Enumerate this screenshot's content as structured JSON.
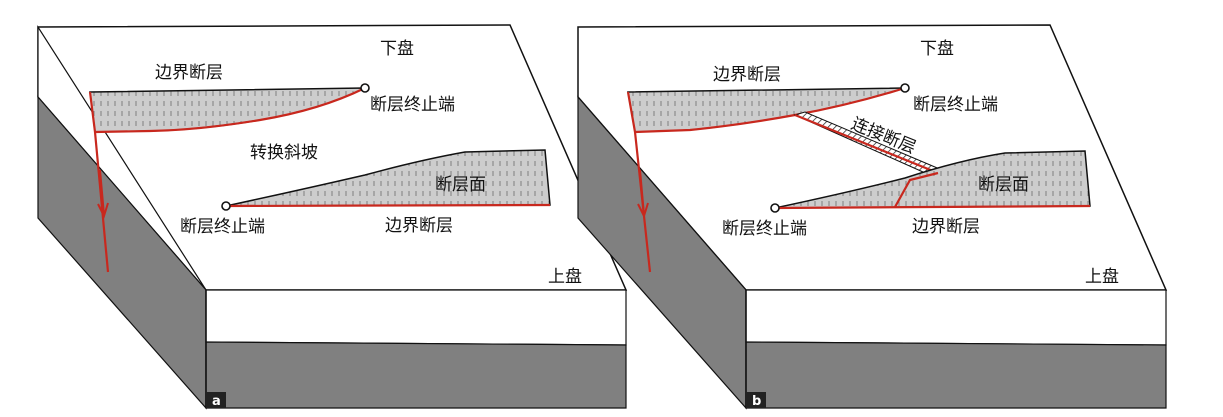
{
  "panel_a": {
    "tag": "a",
    "labels": {
      "footwall": "下盘",
      "boundary_fault_top": "边界断层",
      "fault_tip_top": "断层终止端",
      "relay_ramp": "转换斜坡",
      "fault_plane": "断层面",
      "fault_tip_bottom": "断层终止端",
      "boundary_fault_bottom": "边界断层",
      "hanging_wall": "上盘"
    }
  },
  "panel_b": {
    "tag": "b",
    "labels": {
      "footwall": "下盘",
      "boundary_fault_top": "边界断层",
      "fault_tip_top": "断层终止端",
      "connecting_fault": "连接断层",
      "fault_plane": "断层面",
      "fault_tip_bottom": "断层终止端",
      "boundary_fault_bottom": "边界断层",
      "hanging_wall": "上盘"
    }
  },
  "colors": {
    "fault_line": "#c8281e",
    "fault_face": "#c9c9c9",
    "dark_layer": "#808080",
    "outline": "#111111"
  }
}
